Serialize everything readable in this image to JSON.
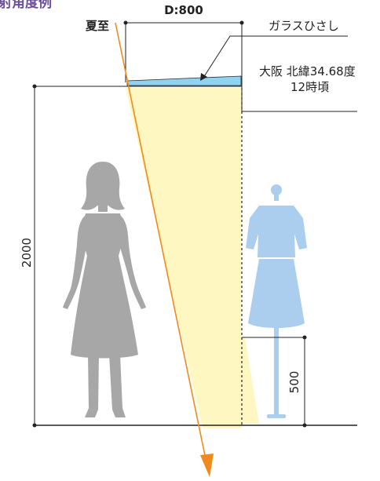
{
  "header": {
    "partial_title": "射角度例"
  },
  "labels": {
    "season": "夏至",
    "depth": "D:800",
    "product": "ガラスひさし",
    "location": "大阪 北緯34.68度",
    "time": "12時頃",
    "height_total": "2000",
    "height_hem": "500"
  },
  "colors": {
    "header_text": "#6a4f9b",
    "sun_ray": "#f08a1a",
    "light_fill": "#fff7c2",
    "canopy": "#8ed3f0",
    "person": "#a7a7a7",
    "mannequin": "#abcdee",
    "line": "#222222"
  },
  "icons": [
    "woman-silhouette-icon",
    "mannequin-icon",
    "arrow-down-icon"
  ]
}
